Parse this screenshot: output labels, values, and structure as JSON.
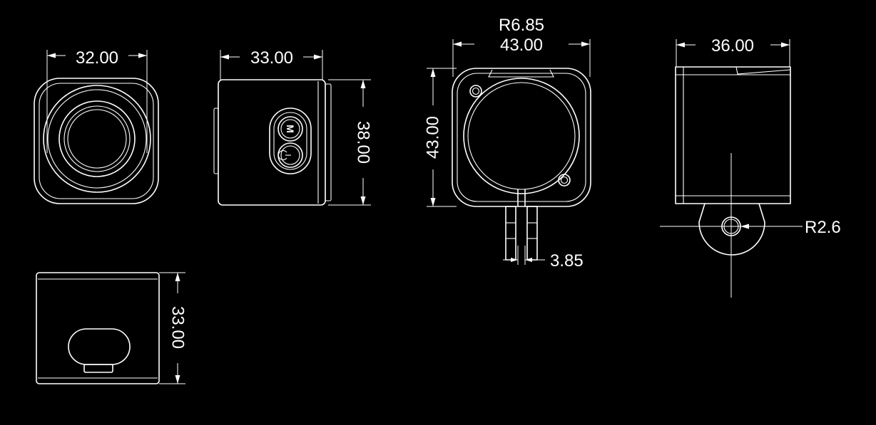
{
  "colors": {
    "background": "#000000",
    "line": "#ffffff"
  },
  "front_view": {
    "width_dim": "32.00"
  },
  "side_view": {
    "width_dim": "33.00",
    "height_dim": "38.00",
    "mode_button_label": "M"
  },
  "back_view": {
    "radius_dim": "R6.85",
    "width_dim": "43.00",
    "height_dim": "43.00",
    "gap_dim": "3.85"
  },
  "mount_view": {
    "width_dim": "36.00",
    "hole_radius_dim": "R2.6"
  },
  "bottom_view": {
    "height_dim": "33.00"
  },
  "icons": [
    "power-icon",
    "mode-button"
  ]
}
